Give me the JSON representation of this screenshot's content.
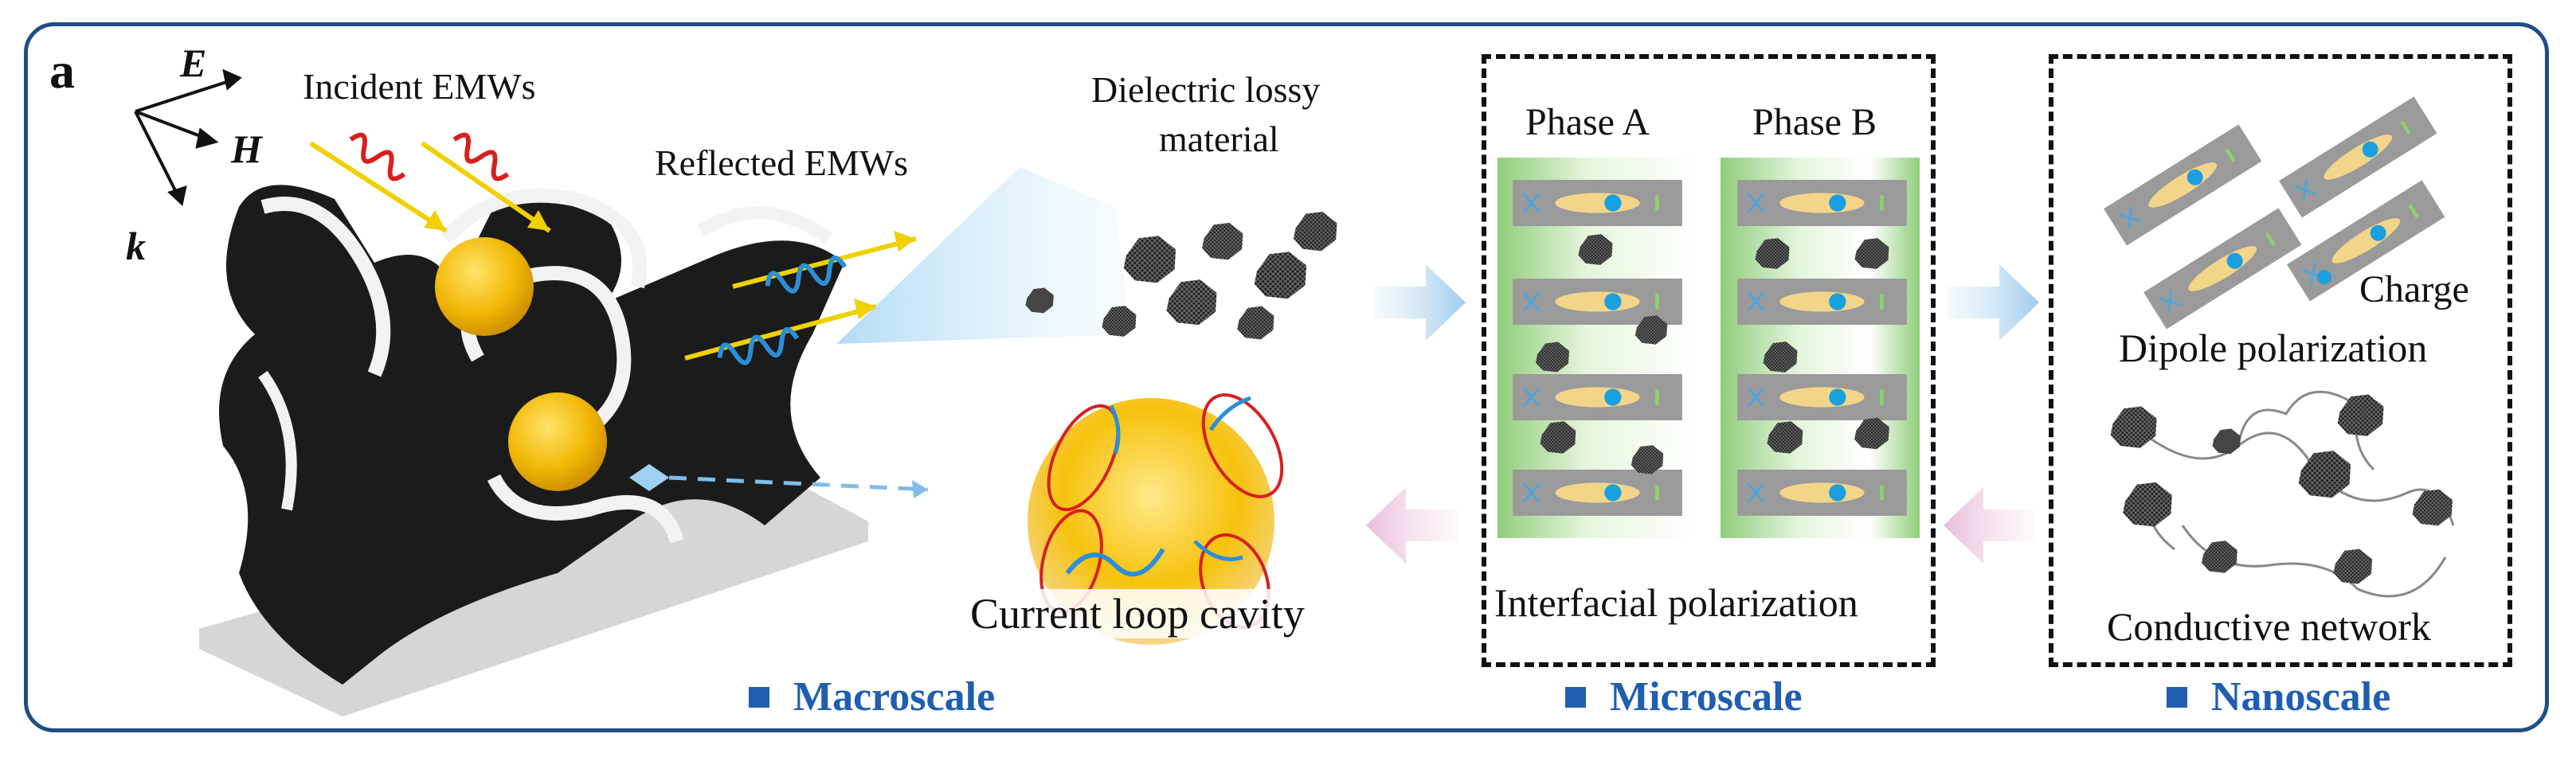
{
  "panel_label": "a",
  "axes": {
    "e": "E",
    "h": "H",
    "k": "k"
  },
  "labels": {
    "incident": "Incident EMWs",
    "reflected": "Reflected EMWs",
    "dielectric_line1": "Dielectric lossy",
    "dielectric_line2": "material",
    "current_loop": "Current loop cavity",
    "phase_a": "Phase A",
    "phase_b": "Phase B",
    "interfacial": "Interfacial polarization",
    "charge": "Charge",
    "dipole": "Dipole polarization",
    "conductive": "Conductive network"
  },
  "scales": {
    "macro": "Macroscale",
    "micro": "Microscale",
    "nano": "Nanoscale"
  },
  "colors": {
    "frame": "#1f4e85",
    "scale_text": "#1f5eb0",
    "sphere": "#f2b705",
    "wave_in": "#d62020",
    "wave_out": "#2a8fd8",
    "green": "#8fce7b"
  }
}
